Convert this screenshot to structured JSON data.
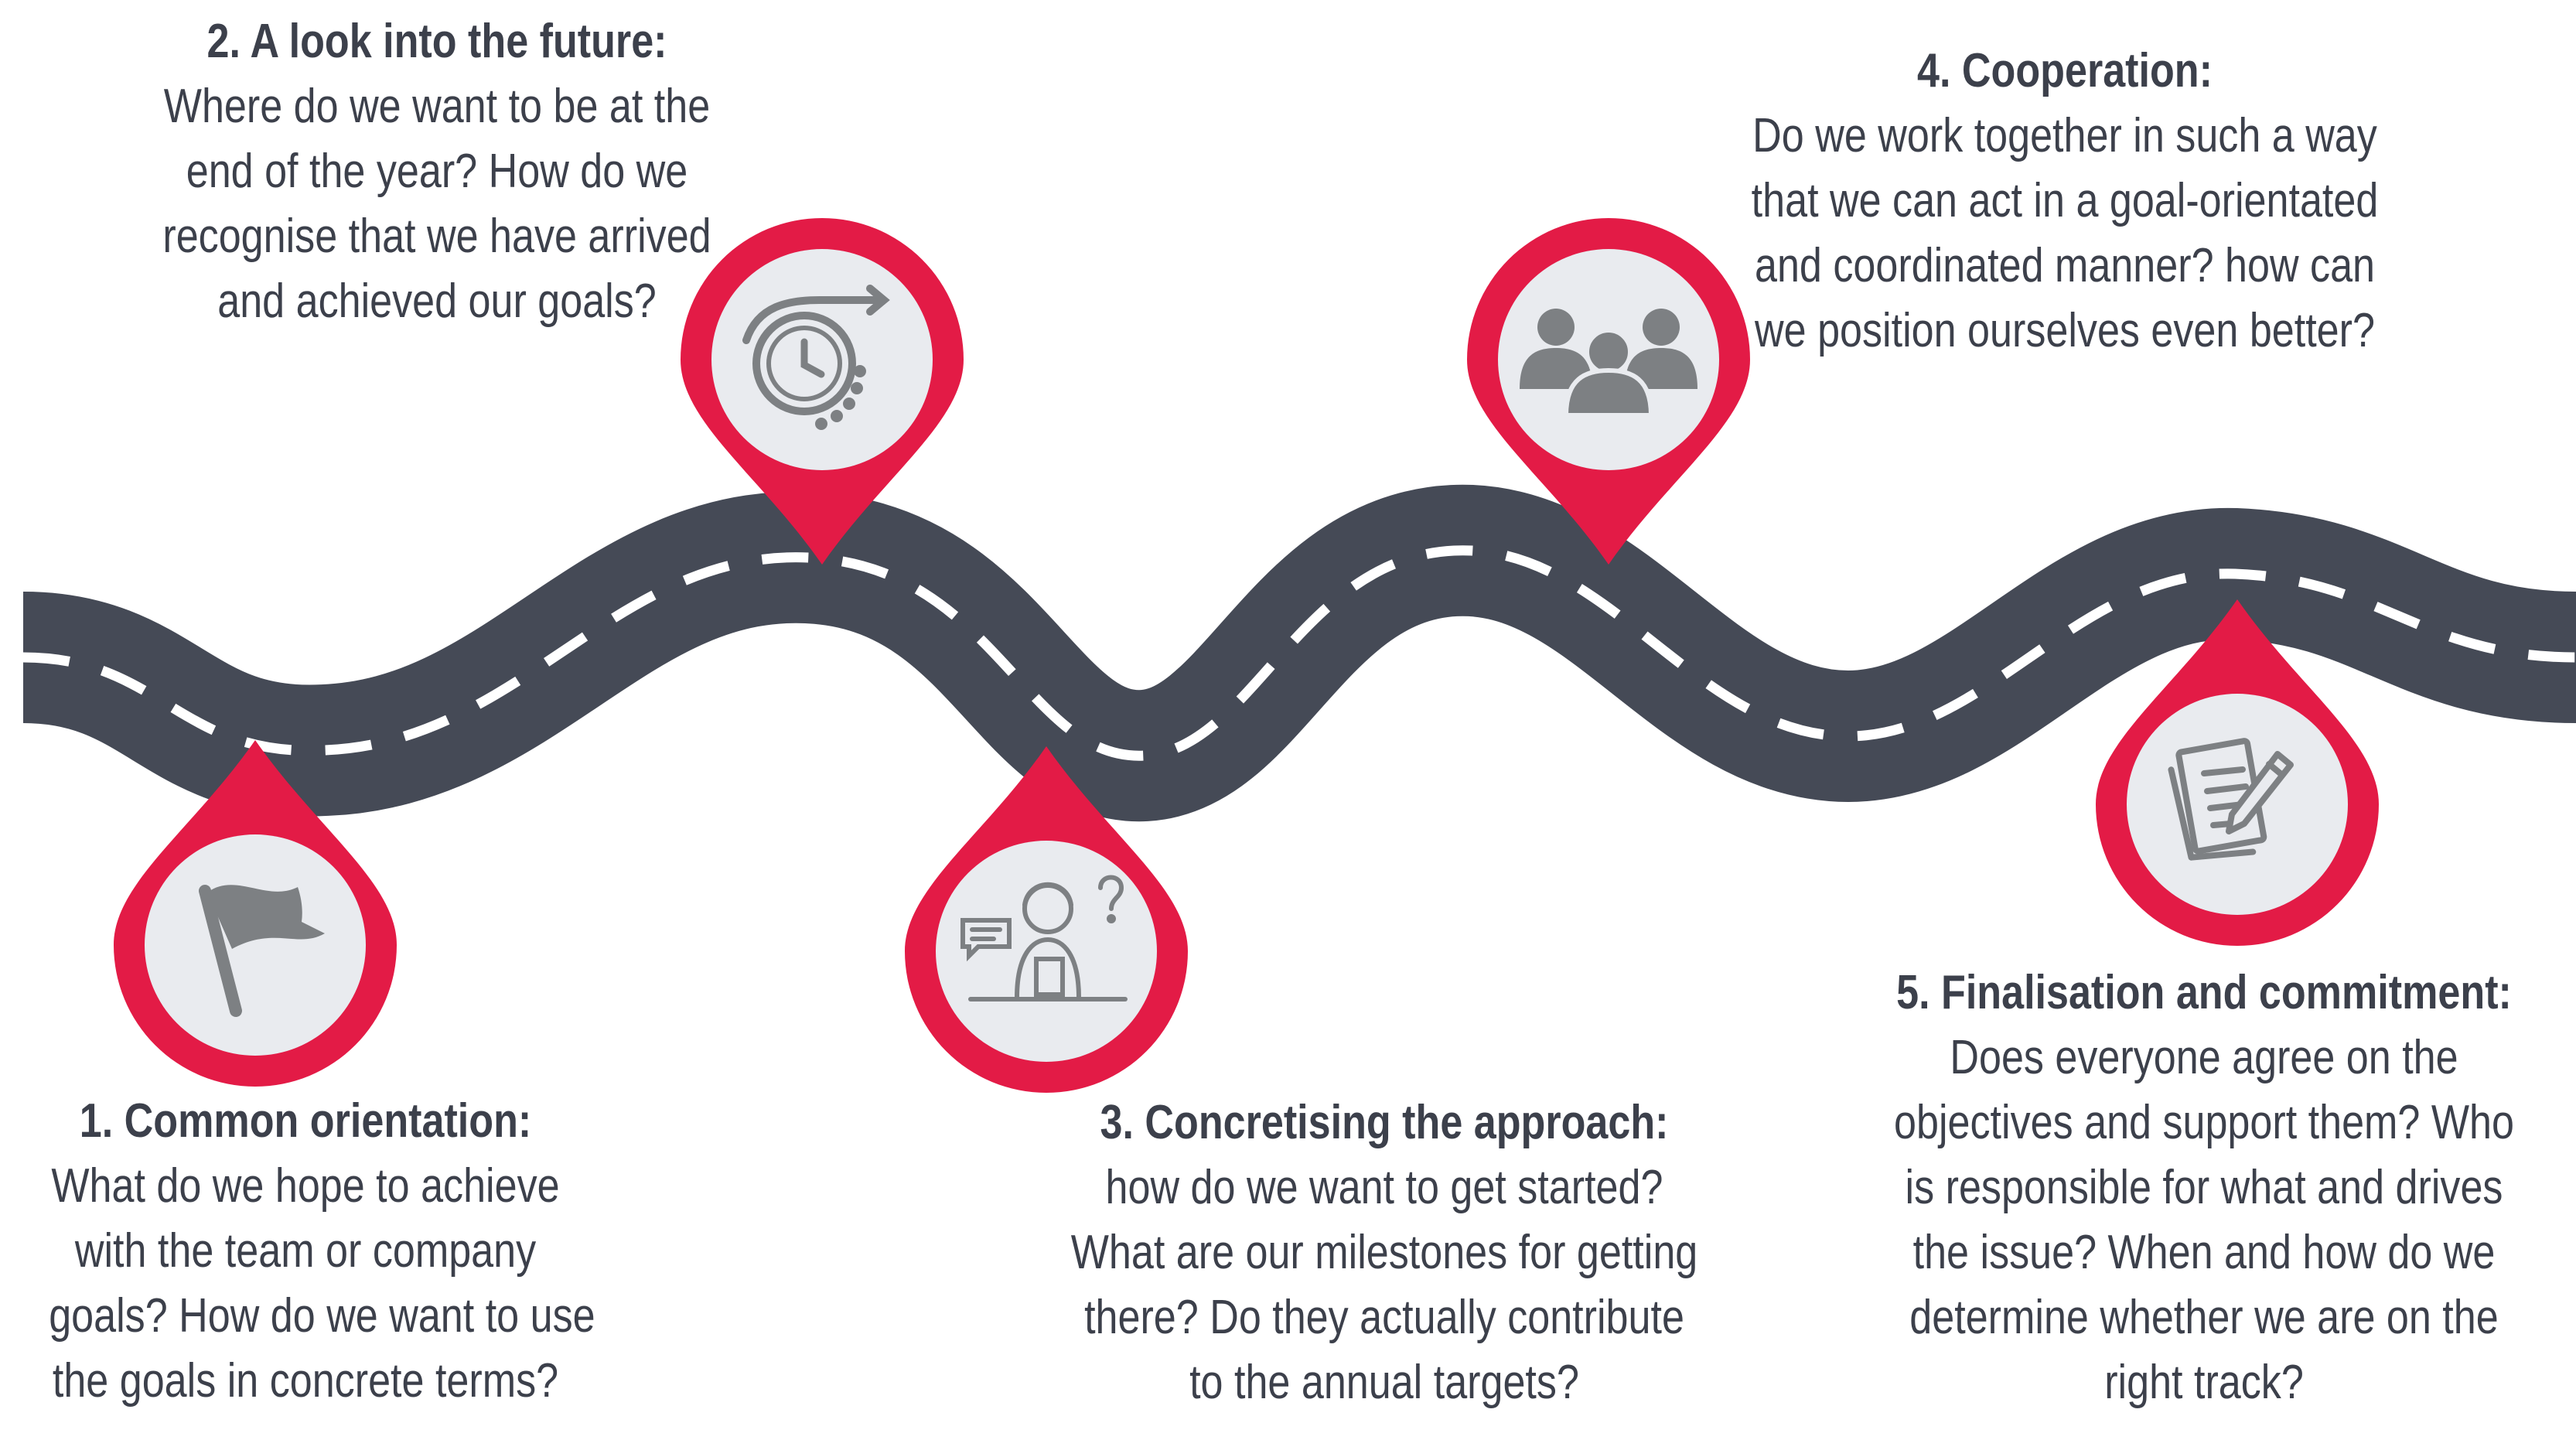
{
  "colors": {
    "road": "#454a56",
    "dash": "#ffffff",
    "pin": "#e31b46",
    "pin_inner": "#e9ebef",
    "icon": "#7d8083",
    "text": "#3c404b"
  },
  "steps": [
    {
      "title": "1. Common orientation:",
      "lines": [
        "What do we hope to achieve",
        "with the team or company",
        "goals? How do we want to use",
        "the goals in concrete terms?"
      ],
      "icon": "flag-icon"
    },
    {
      "title": "2. A look into the future:",
      "lines": [
        "Where do we want to be at the",
        "end of the year? How do we",
        "recognise that we have arrived",
        "and achieved our goals?"
      ],
      "icon": "clock-forward-icon"
    },
    {
      "title": "3. Concretising the approach:",
      "lines": [
        "how do we want to get started?",
        "What are our milestones for getting",
        "there? Do they actually contribute",
        "to the annual targets?"
      ],
      "icon": "person-question-icon"
    },
    {
      "title": "4. Cooperation:",
      "lines": [
        "Do we work together in such a way",
        "that we can act in a goal-orientated",
        "and coordinated manner? how can",
        "we position ourselves even better?"
      ],
      "icon": "team-icon"
    },
    {
      "title": "5. Finalisation and commitment:",
      "lines": [
        "Does everyone agree on the",
        "objectives and support them? Who",
        "is responsible for what and drives",
        "the issue? When and how do we",
        "determine whether we are on the",
        "right track?"
      ],
      "icon": "document-pen-icon"
    }
  ]
}
